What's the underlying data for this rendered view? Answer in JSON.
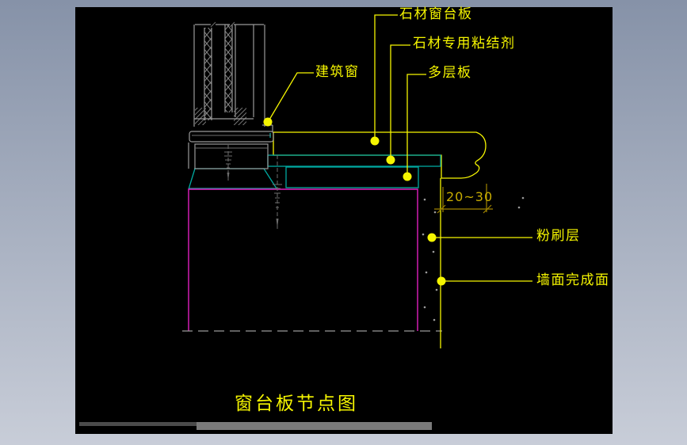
{
  "app": {
    "viewport": "model-space",
    "scrollbar": {
      "present": true
    }
  },
  "drawing": {
    "title": "窗台板节点图",
    "labels": {
      "stone_sill": "石材窗台板",
      "stone_adhesive": "石材专用粘结剂",
      "plywood": "多层板",
      "building_window": "建筑窗",
      "plaster_layer": "粉刷层",
      "wall_finish": "墙面完成面"
    },
    "dimension": "20~30"
  },
  "colors": {
    "canvas_background": "#000000",
    "app_background_top": "#8692a8",
    "app_background_bottom": "#c8cdd8",
    "leader_yellow": "#f5f500",
    "dimension_olive": "#a08400",
    "dimension_text": "#c9ad00",
    "layer_teal": "#00a8a0",
    "wall_magenta": "#e020c0",
    "line_gray": "#9a9a9a",
    "adhesive_fill": "#ccd0c6",
    "scrollbar_dark": "#4b4b4b",
    "scrollbar_light": "#7a7a7a"
  }
}
